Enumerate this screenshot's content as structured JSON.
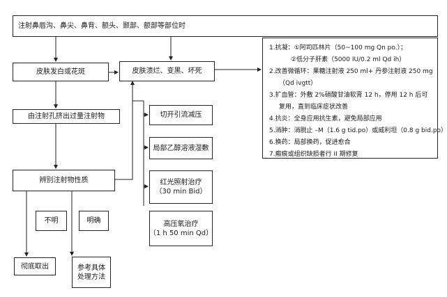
{
  "nodes": {
    "top": "注射鼻唇沟、鼻尖、鼻背、额头、颞部、额部等部位时",
    "skin_pale": "皮肤发白或花斑",
    "skin_necrosis": "皮肤溃烂、变黑、坏死",
    "squeeze_out": "由注射孔挤出过量注射物",
    "identify": "辨别注射物性质",
    "unclear": "不明",
    "clear": "明确",
    "remove": "彻底取出",
    "reference": [
      "参考具体",
      "处理方法"
    ],
    "incision": "切开引流减压",
    "ethanol": "局部乙醇溶液湿敷",
    "red_light": [
      "红光照射治疗",
      "（30 min Bid）"
    ],
    "oxygen": [
      "高压氧治疗",
      "（1 h 50 min Qd）"
    ]
  },
  "treatment": [
    "1.抗凝：①阿司匹林片（50~100 mg Qn po.）；",
    "②低分子肝素（5000 IU/0.2 ml Qd ih）",
    "2.改善微循环：果糖注射液 250 ml+ 丹参注射液 250 mg",
    "（Qd ivgtt）",
    "3.扩血管：外敷 2%硝酸甘油软膏 12 h，停用 12 h 后可",
    "复用，直到临床症状改善",
    "4.抗炎：全身应用抗生素，避免局部应用",
    "5.消肿：消脱止 –M（1.6 g tid.po）或威利坦（0.8 g bid.po）",
    "6.换药：局部换药，促进愈合",
    "7.瘢痕或组织缺损者行 II 期修复"
  ]
}
